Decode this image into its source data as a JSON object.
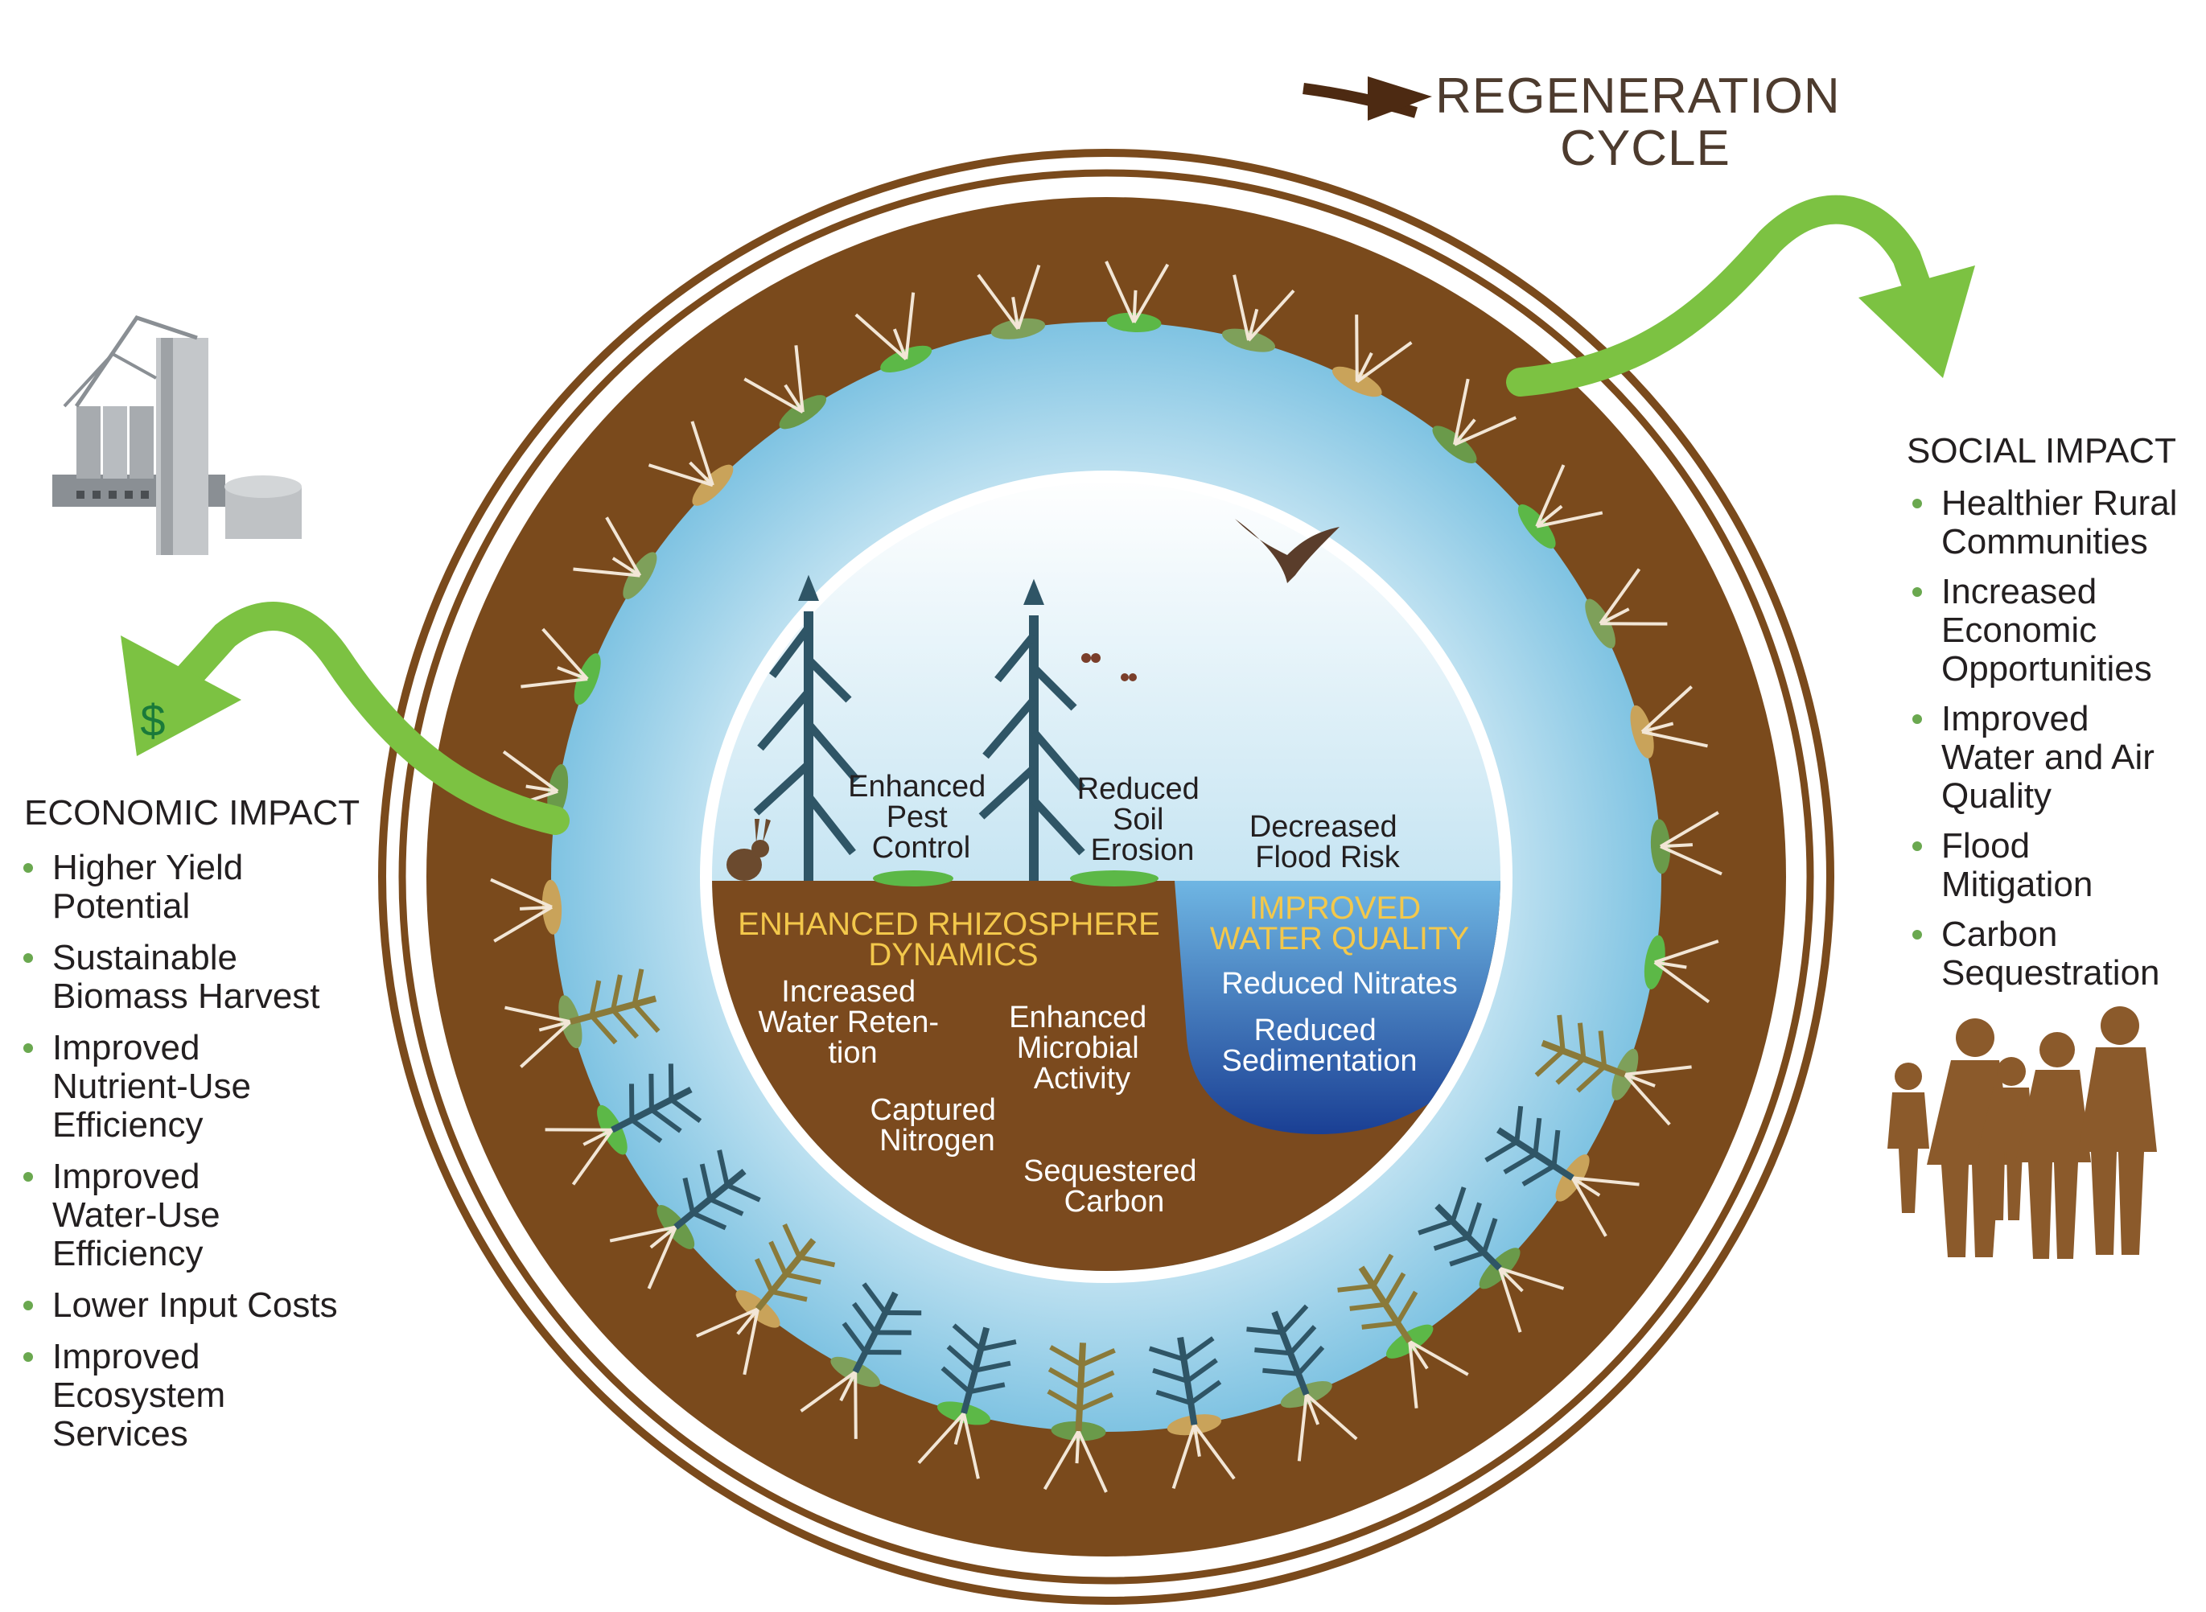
{
  "cycle": {
    "title_line1": "REGENERATION",
    "title_line2": "CYCLE"
  },
  "economic": {
    "title": "ECONOMIC IMPACT",
    "currency_symbol": "$",
    "items": [
      [
        "Higher Yield",
        "Potential"
      ],
      [
        "Sustainable",
        "Biomass Harvest"
      ],
      [
        "Improved",
        "Nutrient-Use",
        "Efficiency"
      ],
      [
        "Improved",
        "Water-Use",
        "Efficiency"
      ],
      [
        "Lower Input Costs"
      ],
      [
        "Improved",
        "Ecosystem",
        "Services"
      ]
    ]
  },
  "social": {
    "title": "SOCIAL IMPACT",
    "items": [
      [
        "Healthier Rural",
        "Communities"
      ],
      [
        "Increased",
        "Economic",
        "Opportunities"
      ],
      [
        "Improved",
        "Water and Air",
        "Quality"
      ],
      [
        "Flood",
        "Mitigation"
      ],
      [
        "Carbon",
        "Sequestration"
      ]
    ]
  },
  "inner": {
    "pest": [
      "Enhanced",
      "Pest",
      "Control"
    ],
    "erosion": [
      "Reduced",
      "Soil",
      "Erosion"
    ],
    "flood": [
      "Decreased",
      "Flood Risk"
    ],
    "rhizosphere_title": [
      "ENHANCED RHIZOSPHERE",
      "DYNAMICS"
    ],
    "water_retention": [
      "Increased",
      "Water Reten-",
      "tion"
    ],
    "microbial": [
      "Enhanced",
      "Microbial",
      "Activity"
    ],
    "nitrogen": [
      "Captured",
      "Nitrogen"
    ],
    "carbon": [
      "Sequestered",
      "Carbon"
    ],
    "water_quality_title": [
      "IMPROVED",
      "WATER QUALITY"
    ],
    "nitrates": [
      "Reduced Nitrates"
    ],
    "sedimentation": [
      "Reduced",
      "Sedimentation"
    ]
  },
  "colors": {
    "soil": "#7a4a1c",
    "sky_light": "#e9f6fb",
    "sky_mid": "#8ccbe6",
    "arrow_green": "#7cc242",
    "dark_text": "#231f20",
    "gold_text": "#f3c84b",
    "water_dark": "#1f4aa0",
    "plant": "#2f5566",
    "people": "#8b5a2b",
    "bullet": "#6aa84f"
  }
}
